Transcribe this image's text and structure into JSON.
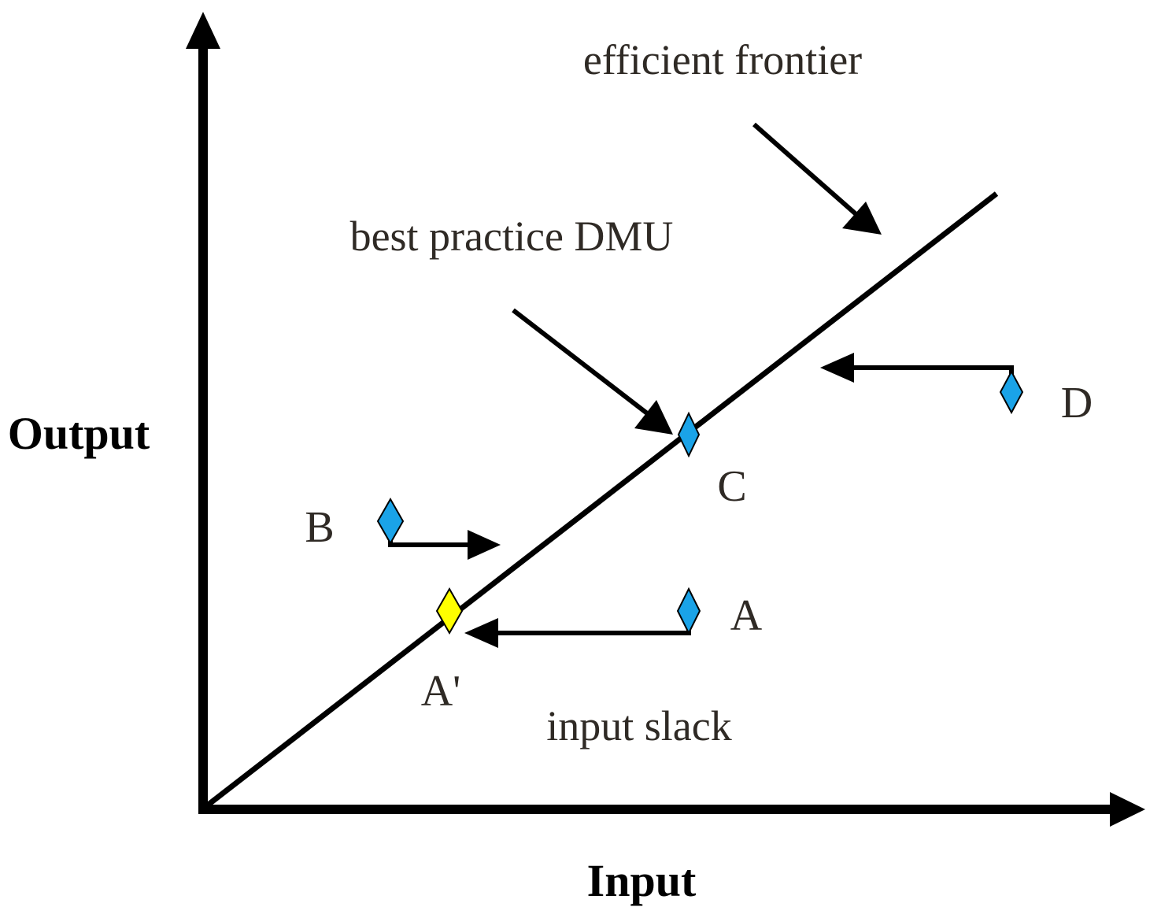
{
  "diagram": {
    "axes": {
      "x_label": "Input",
      "y_label": "Output"
    },
    "annotations": {
      "frontier": "efficient frontier",
      "best_practice": "best practice DMU",
      "slack": "input slack"
    },
    "points": [
      {
        "id": "A",
        "label": "A",
        "color": "#1aa3e8"
      },
      {
        "id": "A_prime",
        "label": "A'",
        "color": "#ffff00"
      },
      {
        "id": "B",
        "label": "B",
        "color": "#1aa3e8"
      },
      {
        "id": "C",
        "label": "C",
        "color": "#1aa3e8"
      },
      {
        "id": "D",
        "label": "D",
        "color": "#1aa3e8"
      }
    ],
    "colors": {
      "line": "#000000",
      "efficient_point": "#1aa3e8",
      "projection_point": "#ffff00"
    }
  }
}
